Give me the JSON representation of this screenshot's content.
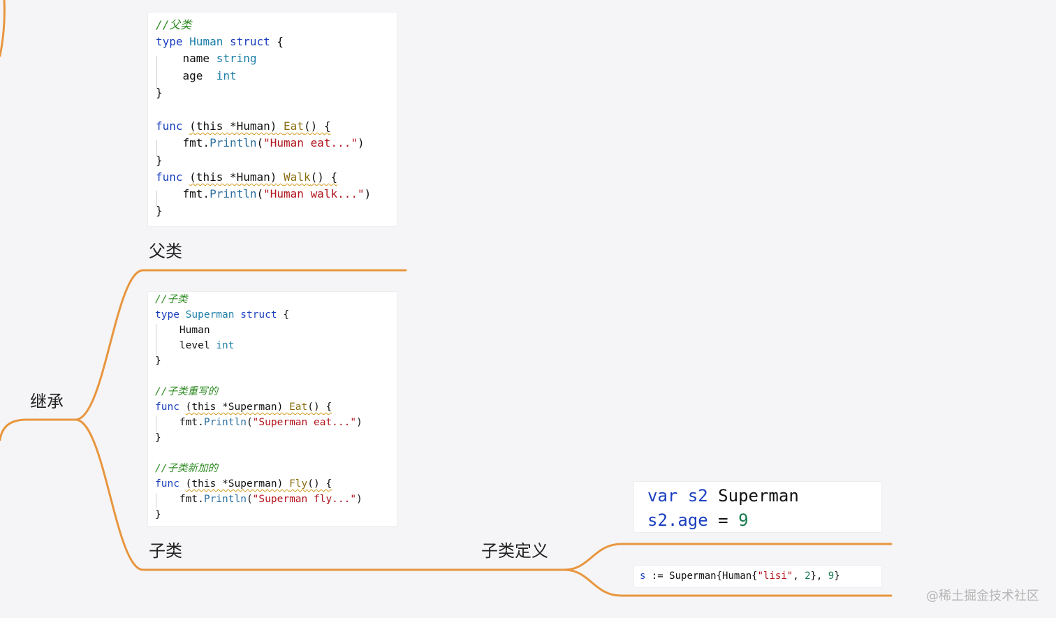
{
  "nodes": {
    "root": "继承",
    "parent": "父类",
    "child": "子类",
    "child_def": "子类定义"
  },
  "parent_code": {
    "comment": "//父类",
    "l_type": "type",
    "l_name": "Human",
    "l_struct": "struct",
    "l_brace": "{",
    "f1_name": "name",
    "f1_type": "string",
    "f2_name": "age",
    "f2_type": "int",
    "close": "}",
    "m1_func": "func",
    "m1_recv": "(this *Human)",
    "m1_name": "Eat",
    "m1_tail": "() {",
    "m1_pkg": "fmt.",
    "m1_call": "Println",
    "m1_str": "\"Human eat...\"",
    "m2_func": "func",
    "m2_recv": "(this *Human)",
    "m2_name": "Walk",
    "m2_tail": "() {",
    "m2_pkg": "fmt.",
    "m2_call": "Println",
    "m2_str": "\"Human walk...\""
  },
  "child_code": {
    "comment": "//子类",
    "l_type": "type",
    "l_name": "Superman",
    "l_struct": "struct",
    "l_brace": "{",
    "f1_name": "Human",
    "f2_name": "level",
    "f2_type": "int",
    "close": "}",
    "c2": "//子类重写的",
    "m1_func": "func",
    "m1_recv": "(this *Superman)",
    "m1_name": "Eat",
    "m1_tail": "() {",
    "m1_pkg": "fmt.",
    "m1_call": "Println",
    "m1_str": "\"Superman eat...\"",
    "c3": "//子类新加的",
    "m2_func": "func",
    "m2_recv": "(this *Superman)",
    "m2_name": "Fly",
    "m2_tail": "() {",
    "m2_pkg": "fmt.",
    "m2_call": "Println",
    "m2_str": "\"Superman fly...\""
  },
  "def1_code": {
    "kw": "var",
    "var": "s2",
    "type": "Superman",
    "assign_lhs": "s2.age",
    "eq": "=",
    "val": "9"
  },
  "def2_code": {
    "s": "s",
    "op": ":=",
    "ctor": "Superman{Human{",
    "str": "\"lisi\"",
    "comma1": ",",
    "n1": "2",
    "mid": "},",
    "n2": "9",
    "end": "}"
  },
  "watermark": "@稀土掘金技术社区",
  "colors": {
    "connector": "#e8963f",
    "keyword": "#1a3fbf",
    "type": "#1d7fa8",
    "string": "#b3141c",
    "comment": "#2e8b22",
    "method": "#8a6d10",
    "number": "#187a4e"
  }
}
